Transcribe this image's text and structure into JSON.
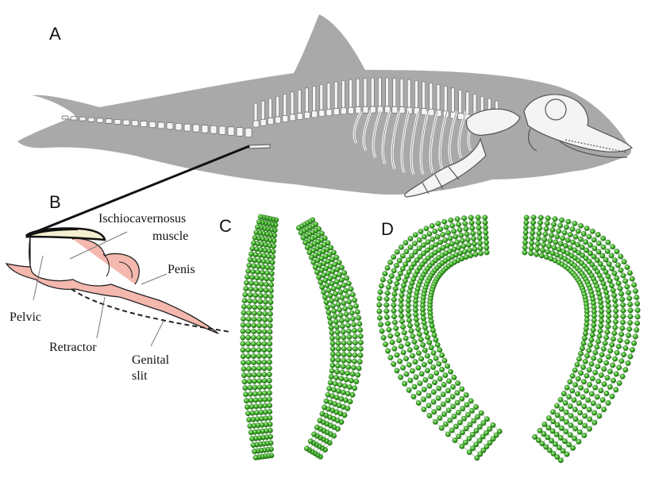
{
  "panels": {
    "a": "A",
    "b": "B",
    "c": "C",
    "d": "D"
  },
  "labels": {
    "ischiocavernosus_line1": "Ischiocavernosus",
    "ischiocavernosus_line2": "muscle",
    "penis": "Penis",
    "pelvic": "Pelvic",
    "retractor": "Retractor",
    "genital_line1": "Genital",
    "genital_line2": "slit"
  },
  "colors": {
    "body_silhouette": "#a9a9a9",
    "bone": "#f4f4f4",
    "tissue": "#f4b8ae",
    "mesh_node": "#3fae2a",
    "mesh_edge": "#1f6b14"
  }
}
